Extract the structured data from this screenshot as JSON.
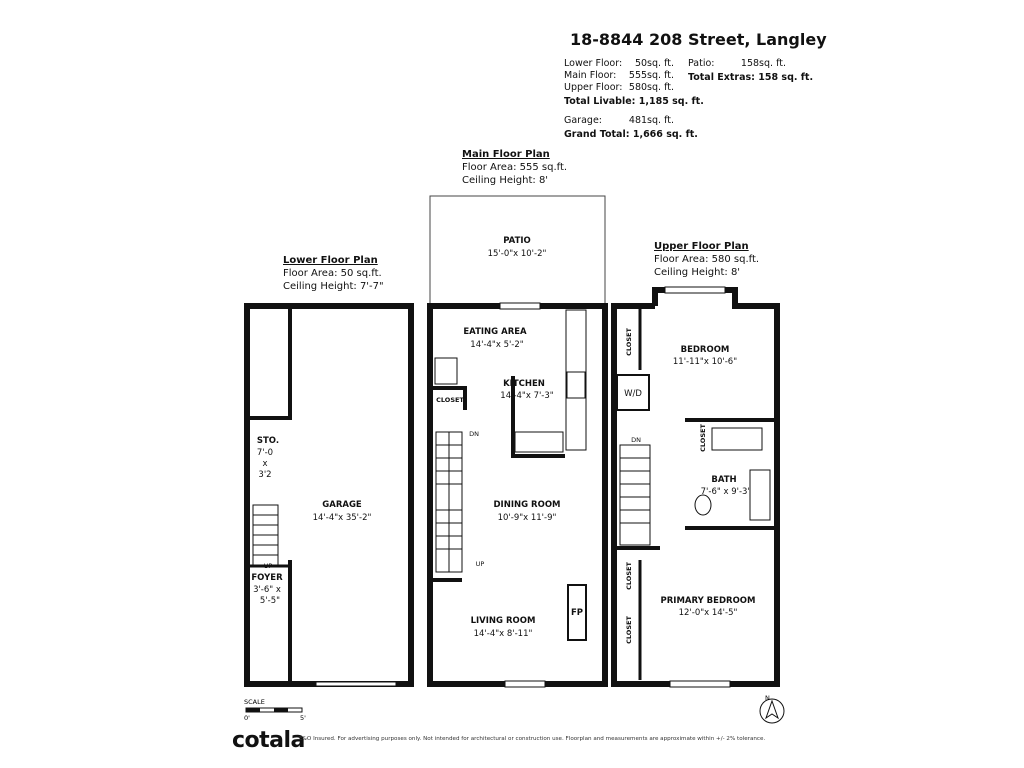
{
  "header": {
    "address": "18-8844 208 Street, Langley",
    "areas": [
      {
        "label": "Lower Floor:",
        "value": "50sq. ft."
      },
      {
        "label": "Main Floor:",
        "value": "555sq. ft."
      },
      {
        "label": "Upper Floor:",
        "value": "580sq. ft."
      }
    ],
    "total_livable": {
      "label": "Total Livable:",
      "value": "1,185 sq. ft."
    },
    "garage": {
      "label": "Garage:",
      "value": "481sq. ft."
    },
    "grand_total": {
      "label": "Grand Total:",
      "value": "1,666 sq. ft."
    },
    "patio": {
      "label": "Patio:",
      "value": "158sq. ft."
    },
    "total_extras": {
      "label": "Total Extras:",
      "value": "158 sq. ft."
    }
  },
  "plans": {
    "lower": {
      "title": "Lower Floor Plan",
      "area": "Floor Area: 50 sq.ft.",
      "ceiling": "Ceiling Height: 7'-7\""
    },
    "main": {
      "title": "Main Floor Plan",
      "area": "Floor Area: 555 sq.ft.",
      "ceiling": "Ceiling Height: 8'"
    },
    "upper": {
      "title": "Upper Floor Plan",
      "area": "Floor Area: 580 sq.ft.",
      "ceiling": "Ceiling Height: 8'"
    }
  },
  "rooms": {
    "sto": {
      "name": "STO.",
      "d1": "7'-0",
      "d2": "x",
      "d3": "3'2"
    },
    "garage": {
      "name": "GARAGE",
      "dims": "14'-4\"x 35'-2\""
    },
    "foyer": {
      "name": "FOYER",
      "d1": "3'-6\" x",
      "d2": "5'-5\""
    },
    "patio": {
      "name": "PATIO",
      "dims": "15'-0\"x 10'-2\""
    },
    "eating": {
      "name": "EATING AREA",
      "dims": "14'-4\"x 5'-2\""
    },
    "kitchen": {
      "name": "KITCHEN",
      "dims": "14'-4\"x 7'-3\""
    },
    "closet_main": "CLOSET",
    "dining": {
      "name": "DINING ROOM",
      "dims": "10'-9\"x 11'-9\""
    },
    "living": {
      "name": "LIVING ROOM",
      "dims": "14'-4\"x 8'-11\""
    },
    "fp": "FP",
    "bedroom": {
      "name": "BEDROOM",
      "dims": "11'-11\"x 10'-6\""
    },
    "wd": "W/D",
    "bath": {
      "name": "BATH",
      "dims": "7'-6\" x 9'-3\""
    },
    "primary": {
      "name": "PRIMARY BEDROOM",
      "dims": "12'-0\"x 14'-5\""
    },
    "closet": "CLOSET",
    "up": "UP",
    "dn": "DN"
  },
  "scale": {
    "label": "SCALE",
    "min": "0'",
    "max": "5'"
  },
  "compass": "N",
  "footer": {
    "logo": "cotala",
    "disclaimer": "E&O Insured. For advertising purposes only. Not intended for architectural or construction use. Floorplan and measurements are approximate within +/- 2% tolerance."
  }
}
